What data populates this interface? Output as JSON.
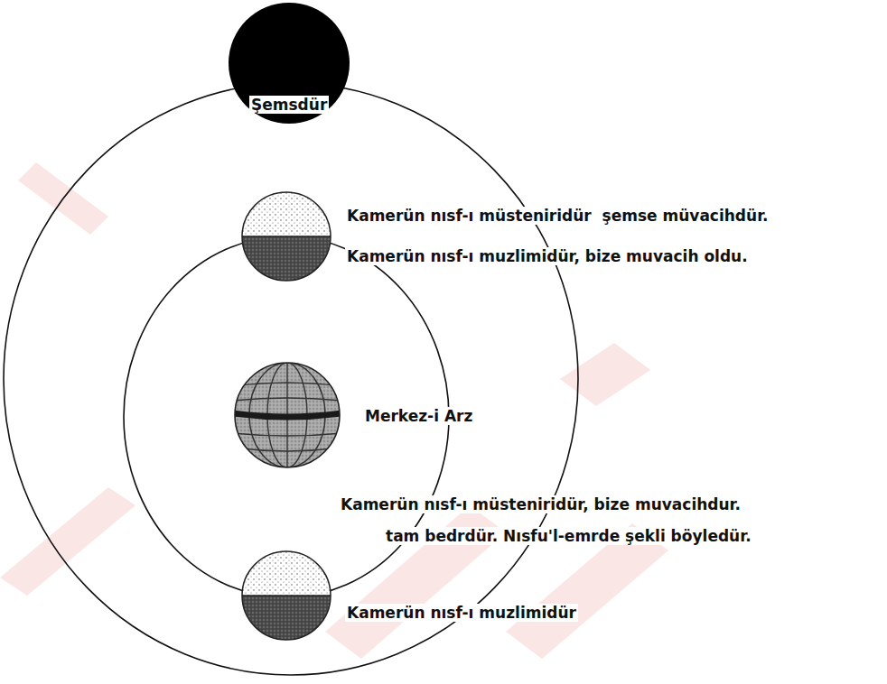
{
  "diagram": {
    "nodes": [
      {
        "text": [
          "Şemsdür"
        ]
      },
      {
        "text": [
          "Kamerün nısf-ı müsteniridür  şemse müvacihdür.",
          "Kamerün nısf-ı muzlimidür, bize muvacih oldu."
        ]
      },
      {
        "text": [
          "Merkez-i Arz"
        ]
      },
      {
        "text": [
          "Kamerün nısf-ı müsteniridür, bize muvacihdur.",
          "tam bedrdür. Nısfu'l-emrde şekli böyledür.",
          "Kamerün nısf-ı muzlimidür"
        ]
      }
    ]
  }
}
